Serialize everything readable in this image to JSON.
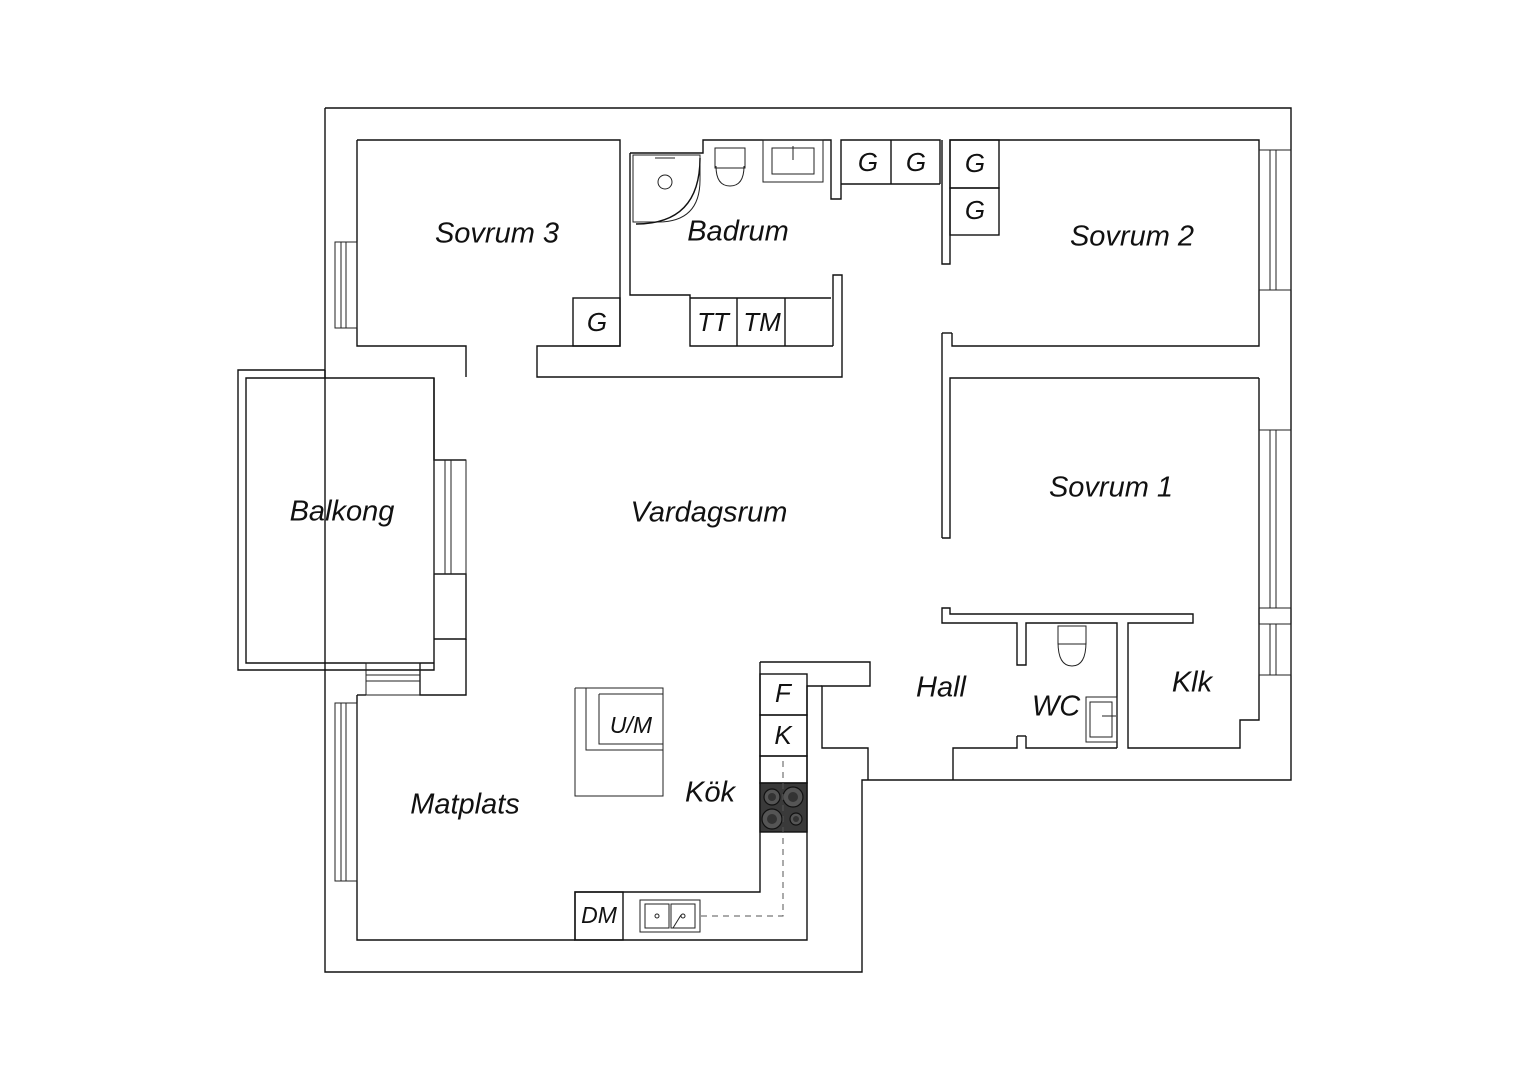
{
  "rooms": {
    "sovrum3": "Sovrum 3",
    "badrum": "Badrum",
    "sovrum2": "Sovrum 2",
    "balkong": "Balkong",
    "vardagsrum": "Vardagsrum",
    "sovrum1": "Sovrum 1",
    "hall": "Hall",
    "wc": "WC",
    "klk": "Klk",
    "matplats": "Matplats",
    "kok": "Kök"
  },
  "fixtures": {
    "wardrobe": "G",
    "tumble_dryer": "TT",
    "washing_machine": "TM",
    "fridge": "F",
    "freezer": "K",
    "dishwasher": "DM",
    "oven_microwave": "U/M"
  },
  "colors": {
    "wall": "#111111",
    "background": "#ffffff",
    "stove_top": "#555555"
  }
}
